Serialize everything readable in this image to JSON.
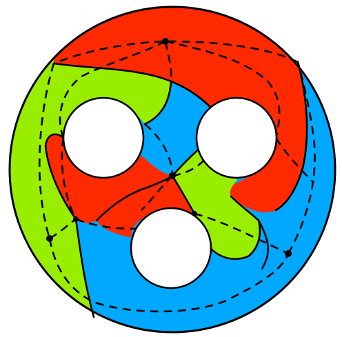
{
  "colors": {
    "red": "#ff2a00",
    "green": "#99ee00",
    "blue": "#00a8ff",
    "hole": "#ffffff",
    "line": "#000000"
  },
  "regions": [
    {
      "name": "region-red-top",
      "color": "red"
    },
    {
      "name": "region-red-left",
      "color": "red"
    },
    {
      "name": "region-red-right",
      "color": "red"
    },
    {
      "name": "region-red-center",
      "color": "red"
    },
    {
      "name": "region-green-left",
      "color": "green"
    },
    {
      "name": "region-green-center",
      "color": "green"
    },
    {
      "name": "region-blue-right",
      "color": "blue"
    },
    {
      "name": "region-blue-bottom",
      "color": "blue"
    },
    {
      "name": "region-blue-upper-center",
      "color": "blue"
    }
  ],
  "holes": 3,
  "vertices": 6
}
